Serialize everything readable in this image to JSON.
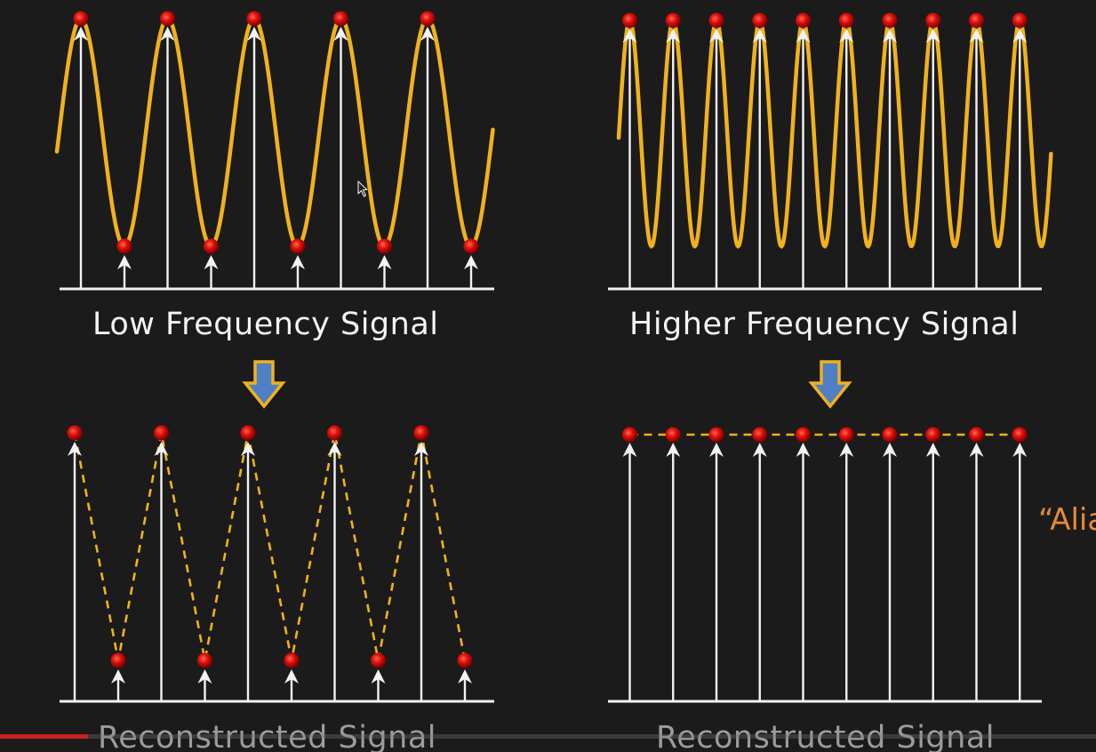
{
  "captions": {
    "low": "Low Frequency Signal",
    "high": "Higher Frequency Signal",
    "reconstructed_left": "Reconstructed Signal",
    "reconstructed_right": "Reconstructed Signal",
    "side_note": "“Alia"
  },
  "colors": {
    "background": "#1b1b1c",
    "signal": "#f0b21c",
    "sample_dot": "#e4100b",
    "arrow": "#f2f2f2",
    "down_arrow_fill": "#4f7fc4",
    "down_arrow_stroke": "#f0b21c",
    "side_note": "#e58a3a"
  },
  "icons": {
    "down_arrow": "down-arrow-icon",
    "cursor": "mouse-cursor-icon"
  },
  "video_progress": {
    "played_fraction": 0.08
  }
}
